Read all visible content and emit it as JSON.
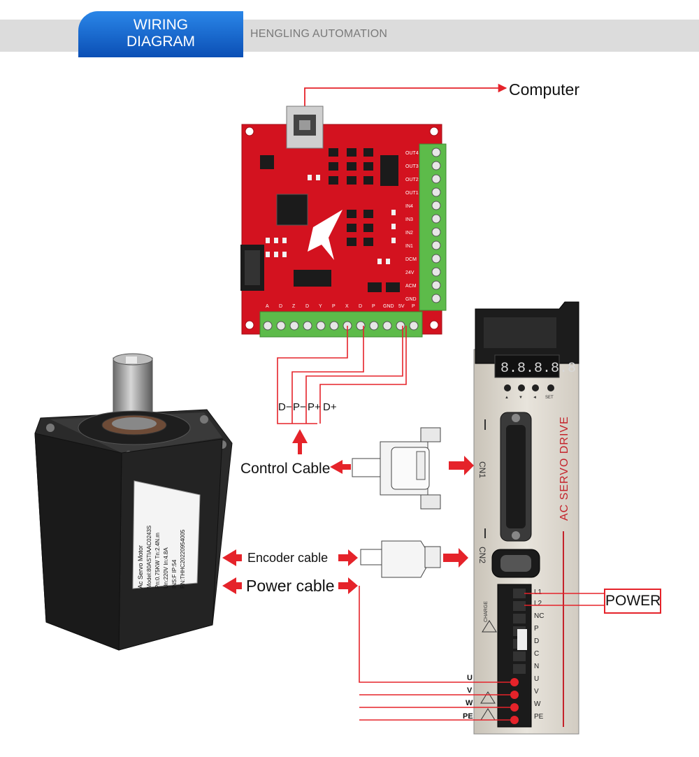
{
  "header": {
    "tab_line1": "WIRING",
    "tab_line2": "DIAGRAM",
    "brand": "HENGLING AUTOMATION"
  },
  "colors": {
    "wire": "#e5232a",
    "board": "#d3121f",
    "terminal": "#5dbb4a",
    "header_blue": "#0b5cc6"
  },
  "labels": {
    "computer": "Computer",
    "control_cable": "Control Cable",
    "encoder_cable": "Encoder cable",
    "power_cable": "Power cable",
    "power": "POWER",
    "signal_d_minus": "D−",
    "signal_p_minus": "P−",
    "signal_p_plus": "P+",
    "signal_d_plus": "D+"
  },
  "motor_terminals": [
    "U",
    "V",
    "W",
    "PE"
  ],
  "board": {
    "right_pins": [
      "OUT4",
      "OUT3",
      "OUT2",
      "OUT1",
      "IN4",
      "IN3",
      "IN2",
      "IN1",
      "DCM",
      "24V",
      "ACM",
      "GND"
    ],
    "bottom_pins": [
      "A",
      "D",
      "Z",
      "D",
      "Y",
      "P",
      "X",
      "D",
      "P",
      "GND",
      "5V",
      "P"
    ]
  },
  "motor_label": {
    "line1": "Ac Servo Motor",
    "line2": "Model:80ASTIAAC0243S",
    "line3": "Pn:0.75KW   Tn:2.4N.m",
    "line4": "Un:220V    In:4.8A",
    "line5": "INS:F        IP:54",
    "line6": "PN:THHC20220954005"
  },
  "drive": {
    "side_label": "AC SERVO DRIVE",
    "cn1_label": "CN1",
    "cn2_label": "CN2",
    "charge_label": "CHARGE",
    "display": "8.8.8.8.8",
    "buttons": [
      "▲",
      "▼",
      "◄",
      "SET"
    ],
    "terminal_labels": [
      "L1",
      "L2",
      "NC",
      "P",
      "D",
      "C",
      "N",
      "U",
      "V",
      "W",
      "PE"
    ]
  }
}
